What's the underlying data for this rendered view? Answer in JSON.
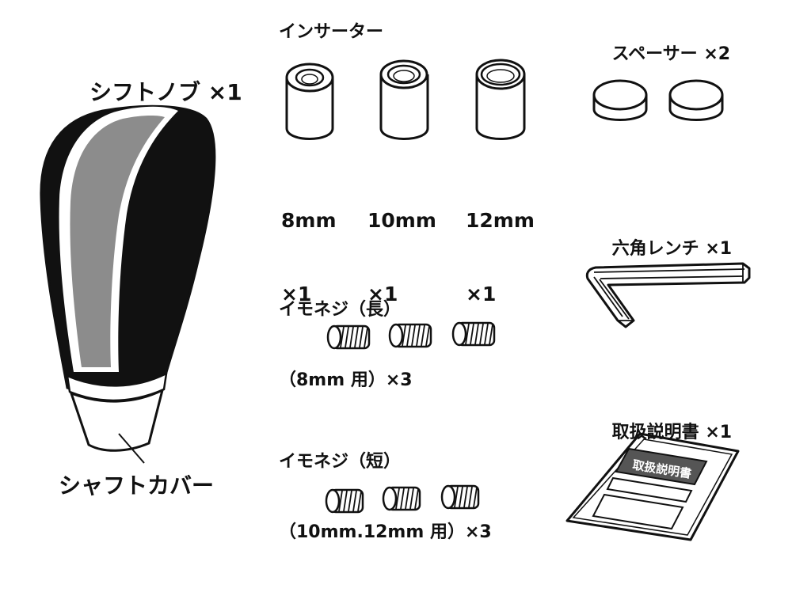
{
  "parts": {
    "shift_knob": {
      "name": "シフトノブ",
      "qty": "×1"
    },
    "shaft_cover": {
      "name": "シャフトカバー"
    },
    "inserter": {
      "name": "インサーター",
      "sizes": [
        {
          "size": "8mm",
          "qty": "×1"
        },
        {
          "size": "10mm",
          "qty": "×1"
        },
        {
          "size": "12mm",
          "qty": "×1"
        }
      ]
    },
    "spacer": {
      "name": "スペーサー",
      "qty": "×2"
    },
    "hex_wrench": {
      "name": "六角レンチ",
      "qty": "×1"
    },
    "screw_long": {
      "name": "イモネジ（長）",
      "spec": "（8mm 用）×3"
    },
    "screw_short": {
      "name": "イモネジ（短）",
      "spec": "（10mm.12mm 用）×3"
    },
    "manual": {
      "name": "取扱説明書",
      "qty": "×1",
      "cover_text": "取扱説明書"
    }
  },
  "colors": {
    "line": "#111111",
    "knob_black": "#111111",
    "stripe_grey": "#8c8c8c",
    "manual_header": "#555555"
  }
}
